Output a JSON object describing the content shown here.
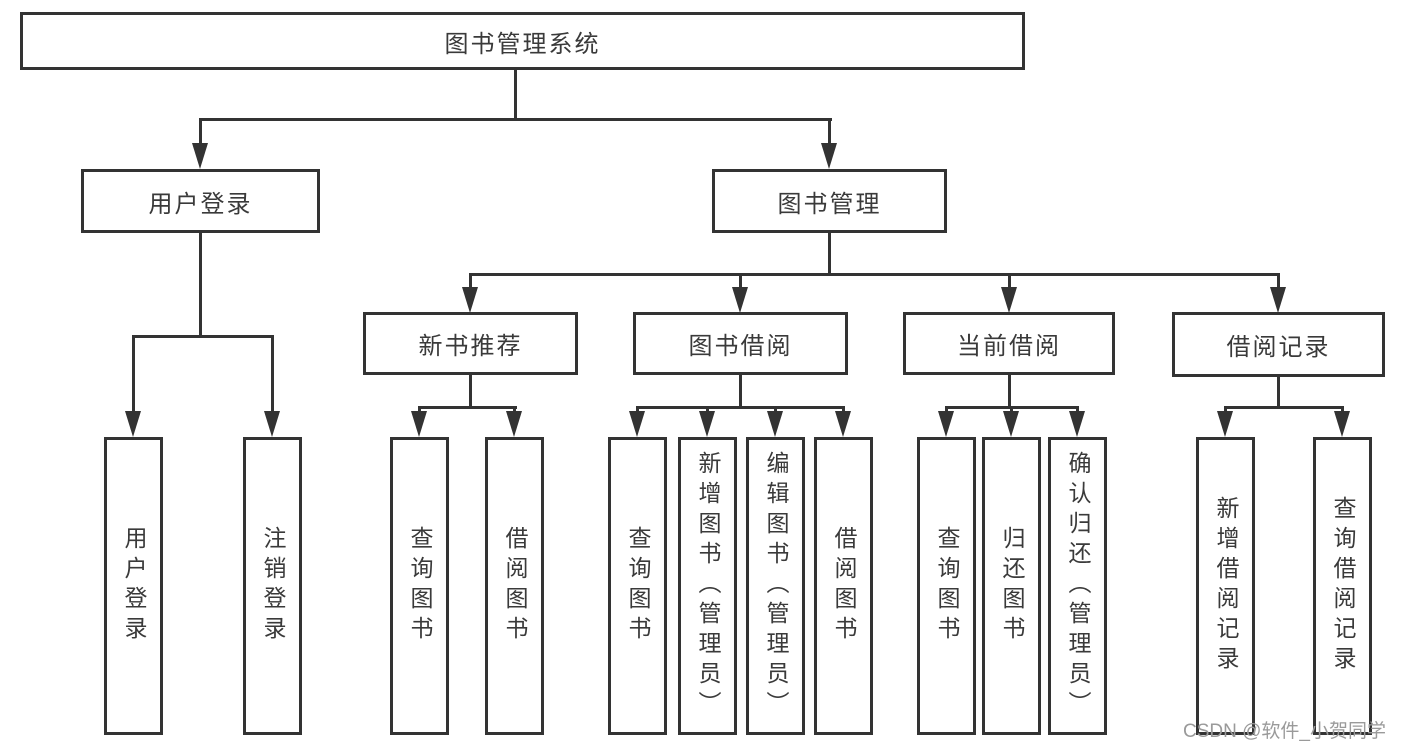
{
  "tree": {
    "label": "图书管理系统",
    "children": [
      {
        "label": "用户登录",
        "children": [
          {
            "label": "用户登录"
          },
          {
            "label": "注销登录"
          }
        ]
      },
      {
        "label": "图书管理",
        "children": [
          {
            "label": "新书推荐",
            "children": [
              {
                "label": "查询图书"
              },
              {
                "label": "借阅图书"
              }
            ]
          },
          {
            "label": "图书借阅",
            "children": [
              {
                "label": "查询图书"
              },
              {
                "label": "新增图书（管理员）"
              },
              {
                "label": "编辑图书（管理员）"
              },
              {
                "label": "借阅图书"
              }
            ]
          },
          {
            "label": "当前借阅",
            "children": [
              {
                "label": "查询图书"
              },
              {
                "label": "归还图书"
              },
              {
                "label": "确认归还（管理员）"
              }
            ]
          },
          {
            "label": "借阅记录",
            "children": [
              {
                "label": "新增借阅记录"
              },
              {
                "label": "查询借阅记录"
              }
            ]
          }
        ]
      }
    ]
  },
  "watermark": {
    "text": "CSDN @软件_小贺同学"
  },
  "colors": {
    "line": "#333333",
    "text": "#3a3a3a",
    "watermark": "#9a9a9a",
    "background": "#ffffff"
  }
}
